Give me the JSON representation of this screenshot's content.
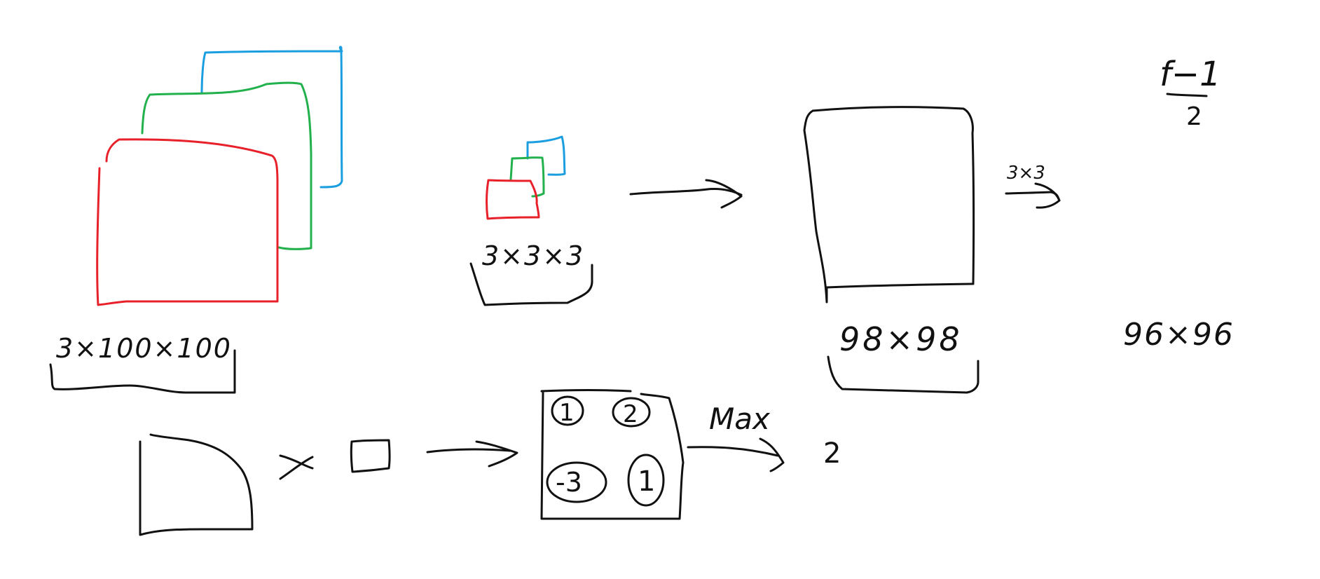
{
  "colors": {
    "red": "#e8202a",
    "green": "#22b14c",
    "blue": "#1a9ee0",
    "ink": "#111111",
    "background": "#ffffff"
  },
  "labels": {
    "input_dims": "3×100×100",
    "kernel_dims": "3×3×3",
    "conv_output_dims": "98×98",
    "second_kernel": "3×3",
    "second_output_dims": "96×96",
    "formula_top": "f−1",
    "formula_bottom": "2",
    "max_label": "Max",
    "max_result": "2"
  },
  "pool_grid": {
    "values": [
      "1",
      "2",
      "-3",
      "1"
    ]
  }
}
